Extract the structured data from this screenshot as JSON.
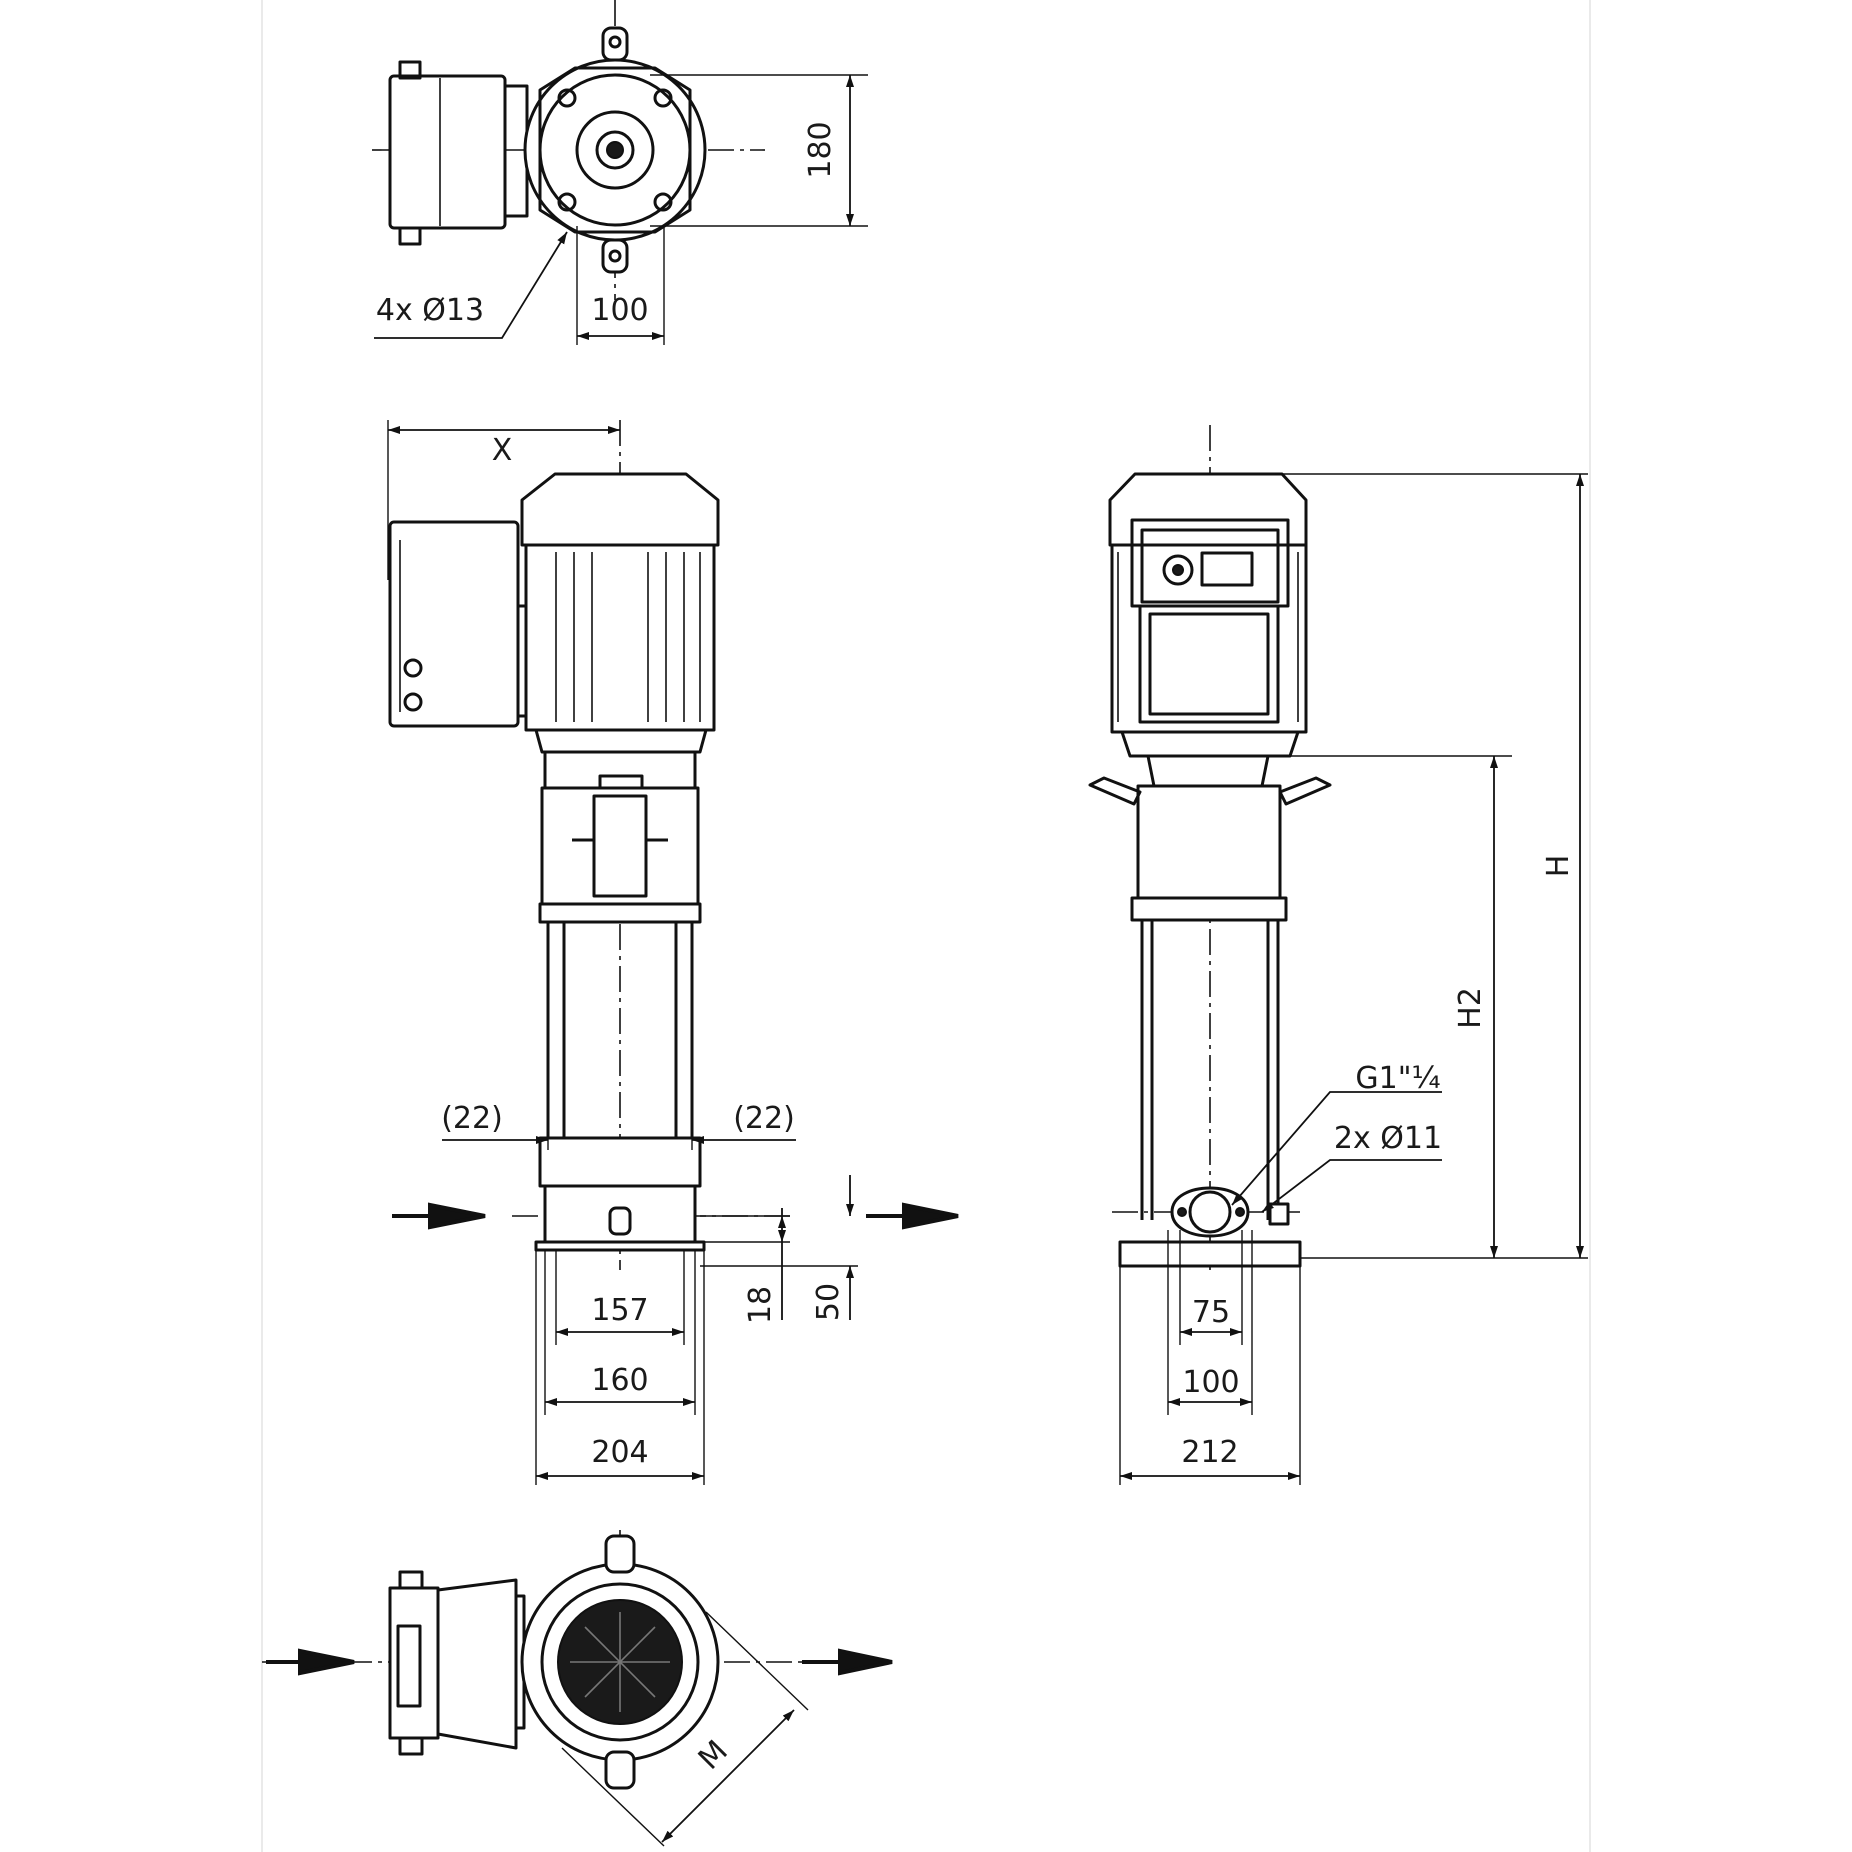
{
  "top_view": {
    "dim_180": "180",
    "dim_100": "100",
    "holes_label": "4x Ø13"
  },
  "front_view": {
    "dim_x": "X",
    "dim_22_left": "(22)",
    "dim_22_right": "(22)",
    "dim_157": "157",
    "dim_160": "160",
    "dim_204": "204",
    "dim_18": "18",
    "dim_50": "50"
  },
  "side_view": {
    "dim_h": "H",
    "dim_h2": "H2",
    "thread_label": "G1\"¼",
    "holes_label": "2x Ø11",
    "dim_75": "75",
    "dim_100": "100",
    "dim_212": "212"
  },
  "bottom_view": {
    "dim_m": "M"
  }
}
